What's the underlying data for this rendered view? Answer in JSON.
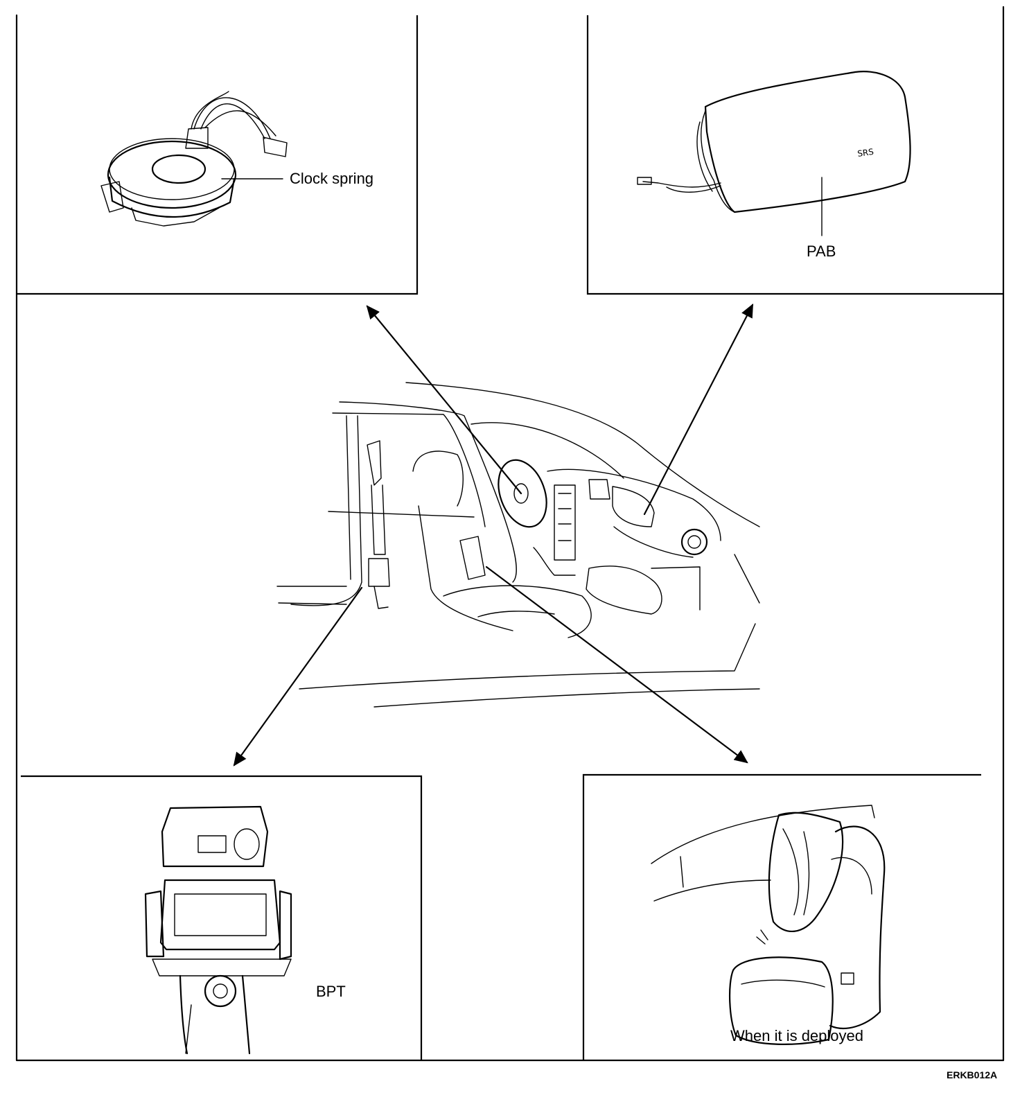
{
  "labels": {
    "clock_spring": "Clock spring",
    "pab": "PAB",
    "bpt": "BPT",
    "deployed": "When it is deployed",
    "figure_code": "ERKB012A"
  },
  "icons": [
    "clock-spring-illustration",
    "passenger-airbag-illustration",
    "seatbelt-pretensioner-illustration",
    "side-airbag-deployed-illustration",
    "vehicle-interior-illustration"
  ]
}
